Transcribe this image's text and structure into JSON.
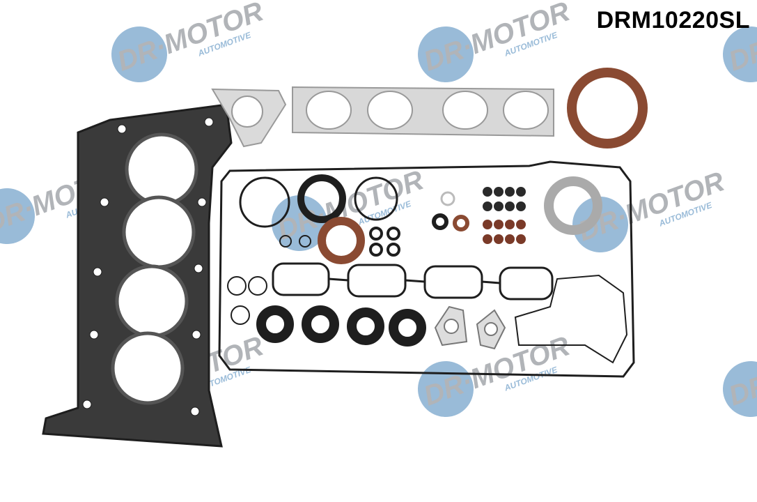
{
  "product_code": "DRM10220SL",
  "watermark": {
    "brand": "DR·MOTOR",
    "tagline": "AUTOMOTIVE",
    "circle_color": "#8fb4d4",
    "text_color": "#a9acb1"
  },
  "colors": {
    "gasket_black": "#1e1e1e",
    "seal_brown": "#8a4a32",
    "metal_gasket": "#d8d8d8"
  }
}
